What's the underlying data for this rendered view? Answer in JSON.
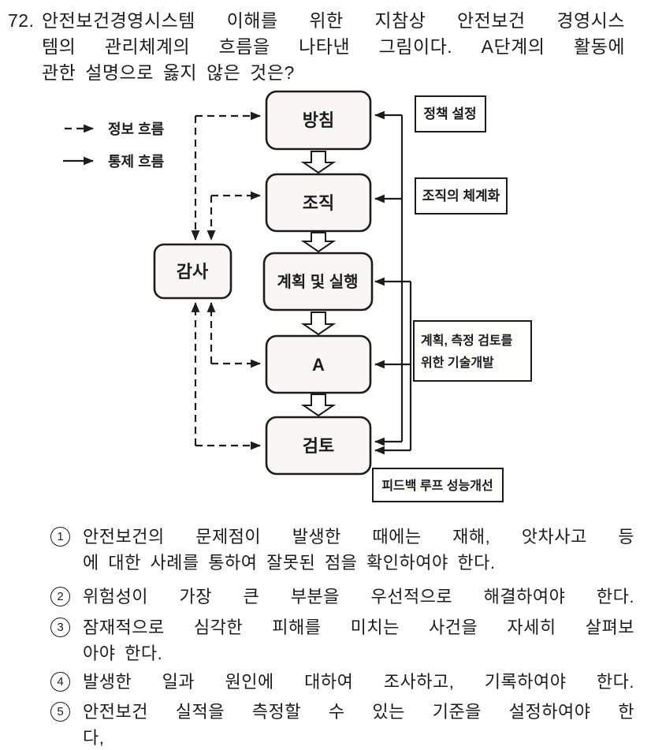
{
  "question": {
    "number": "72.",
    "lines": [
      "안전보건경영시스템 이해를 위한 지참상 안전보건 경영시스",
      "템의 관리체계의 흐름을 나타낸 그림이다. A단계의 활동에",
      "관한 설명으로 옳지 않은 것은?"
    ]
  },
  "diagram": {
    "legend": {
      "info_flow": "정보 흐름",
      "control_flow": "통제 흐름"
    },
    "boxes": {
      "policy": "방침",
      "organization": "조직",
      "plan_execution": "계획 및 실행",
      "a_stage": "A",
      "review": "검토",
      "audit": "감사"
    },
    "side_labels": {
      "policy_setting": "정책 설정",
      "organization_systemization": "조직의 체계화",
      "tech_dev_lines": [
        "계획, 측정 검토를",
        "위한 기술개발"
      ],
      "feedback": "피드백 루프 성능개선"
    }
  },
  "options": [
    {
      "num": "1",
      "lines": [
        "안전보건의 문제점이 발생한 때에는 재해, 앗차사고 등",
        "에 대한 사례를 통하여 잘못된 점을 확인하여야 한다."
      ]
    },
    {
      "num": "2",
      "lines": [
        "위험성이 가장 큰 부분을 우선적으로 해결하여야 한다."
      ]
    },
    {
      "num": "3",
      "lines": [
        "잠재적으로 심각한 피해를 미치는 사건을 자세히 살펴보",
        "아야 한다."
      ]
    },
    {
      "num": "4",
      "lines": [
        "발생한 일과 원인에 대하여 조사하고, 기록하여야 한다."
      ]
    },
    {
      "num": "5",
      "lines": [
        "안전보건 실적을 측정할 수 있는 기준을 설정하여야 한",
        "다,"
      ]
    }
  ],
  "colors": {
    "ink": "#1c1c1c",
    "paper": "#ffffff"
  }
}
